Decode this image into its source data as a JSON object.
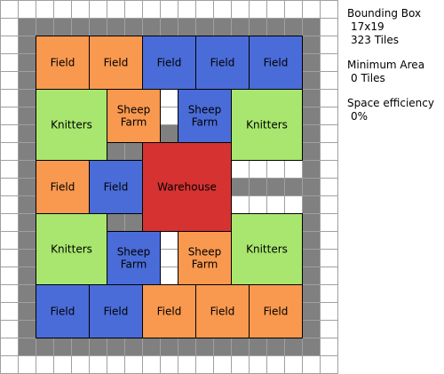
{
  "layout": {
    "cols": 19,
    "rows": 21,
    "road_rows": [
      1,
      19
    ],
    "road_cols": [
      1,
      17
    ],
    "road_segments": [
      {
        "row": 4,
        "c0": 2,
        "c1": 16
      },
      {
        "row": 8,
        "c0": 2,
        "c1": 16
      },
      {
        "row": 12,
        "c0": 2,
        "c1": 16
      },
      {
        "row": 16,
        "c0": 2,
        "c1": 16
      },
      {
        "col": 8,
        "r0": 2,
        "r1": 18
      },
      {
        "col": 9,
        "r0": 2,
        "r1": 18
      }
    ],
    "white_cells": [
      [
        9,
        5
      ],
      [
        9,
        6
      ],
      [
        9,
        13
      ],
      [
        9,
        14
      ],
      [
        9,
        15
      ],
      [
        14,
        9
      ],
      [
        15,
        9
      ],
      [
        16,
        9
      ],
      [
        14,
        11
      ],
      [
        15,
        11
      ],
      [
        16,
        11
      ]
    ]
  },
  "buildings": [
    {
      "label": "Field",
      "type": "field-orange",
      "cell": [
        2,
        2
      ],
      "span": [
        3,
        3
      ]
    },
    {
      "label": "Field",
      "type": "field-orange",
      "cell": [
        5,
        2
      ],
      "span": [
        3,
        3
      ]
    },
    {
      "label": "Field",
      "type": "field-blue",
      "cell": [
        8,
        2
      ],
      "span": [
        3,
        3
      ]
    },
    {
      "label": "Field",
      "type": "field-blue",
      "cell": [
        11,
        2
      ],
      "span": [
        3,
        3
      ]
    },
    {
      "label": "Field",
      "type": "field-blue",
      "cell": [
        14,
        2
      ],
      "span": [
        3,
        3
      ]
    },
    {
      "label": "Knitters",
      "type": "knitters",
      "cell": [
        2,
        5
      ],
      "span": [
        4,
        4
      ]
    },
    {
      "label": "Sheep\nFarm",
      "type": "sheep-orange",
      "cell": [
        6,
        5
      ],
      "span": [
        3,
        3
      ]
    },
    {
      "label": "Sheep\nFarm",
      "type": "sheep-blue",
      "cell": [
        10,
        5
      ],
      "span": [
        3,
        3
      ]
    },
    {
      "label": "Knitters",
      "type": "knitters",
      "cell": [
        13,
        5
      ],
      "span": [
        4,
        4
      ]
    },
    {
      "label": "Field",
      "type": "field-orange",
      "cell": [
        2,
        9
      ],
      "span": [
        3,
        3
      ]
    },
    {
      "label": "Field",
      "type": "field-blue",
      "cell": [
        5,
        9
      ],
      "span": [
        3,
        3
      ]
    },
    {
      "label": "Warehouse",
      "type": "warehouse",
      "cell": [
        8,
        8
      ],
      "span": [
        5,
        5
      ]
    },
    {
      "label": "Knitters",
      "type": "knitters",
      "cell": [
        2,
        12
      ],
      "span": [
        4,
        4
      ]
    },
    {
      "label": "Sheep\nFarm",
      "type": "sheep-blue",
      "cell": [
        6,
        13
      ],
      "span": [
        3,
        3
      ]
    },
    {
      "label": "Sheep\nFarm",
      "type": "sheep-orange",
      "cell": [
        10,
        13
      ],
      "span": [
        3,
        3
      ]
    },
    {
      "label": "Knitters",
      "type": "knitters",
      "cell": [
        13,
        12
      ],
      "span": [
        4,
        4
      ]
    },
    {
      "label": "Field",
      "type": "field-blue",
      "cell": [
        2,
        16
      ],
      "span": [
        3,
        3
      ]
    },
    {
      "label": "Field",
      "type": "field-blue",
      "cell": [
        5,
        16
      ],
      "span": [
        3,
        3
      ]
    },
    {
      "label": "Field",
      "type": "field-orange",
      "cell": [
        8,
        16
      ],
      "span": [
        3,
        3
      ]
    },
    {
      "label": "Field",
      "type": "field-orange",
      "cell": [
        11,
        16
      ],
      "span": [
        3,
        3
      ]
    },
    {
      "label": "Field",
      "type": "field-orange",
      "cell": [
        14,
        16
      ],
      "span": [
        3,
        3
      ]
    }
  ],
  "colors": {
    "field-orange": "#f9994f",
    "field-blue": "#4a6cd8",
    "knitters": "#a9e66f",
    "sheep-orange": "#f9994f",
    "sheep-blue": "#4a6cd8",
    "warehouse": "#d63232",
    "road": "#808080",
    "grid": "#a0a0a0",
    "background": "#ffffff"
  },
  "info": {
    "bounding_label": "Bounding Box",
    "bounding_dims": "17x19",
    "bounding_tiles": "323 Tiles",
    "min_area_label": "Minimum Area",
    "min_area_value": "0 Tiles",
    "efficiency_label": "Space efficiency",
    "efficiency_value": "0%"
  }
}
